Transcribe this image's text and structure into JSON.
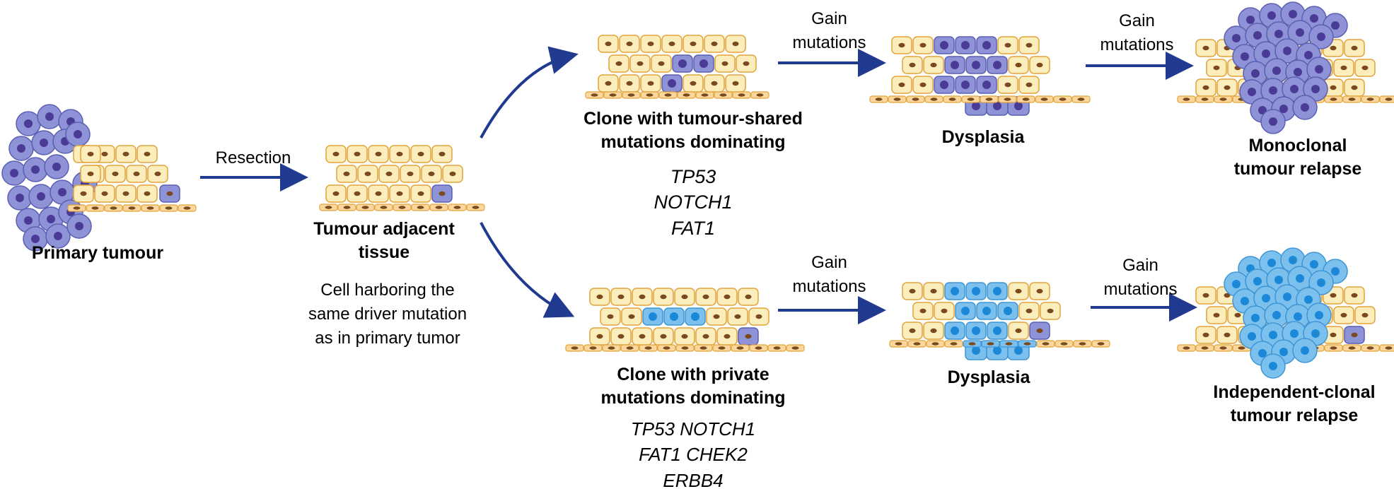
{
  "labels": {
    "primary_tumour": "Primary tumour",
    "resection": "Resection",
    "adjacent_line1": "Tumour adjacent",
    "adjacent_line2": "tissue",
    "cell_note_line1": "Cell harboring the",
    "cell_note_line2": "same driver mutation",
    "cell_note_line3": "as in primary tumor",
    "gain_top_1_line1": "Gain",
    "gain_top_1_line2": "mutations",
    "gain_top_2_line1": "Gain",
    "gain_top_2_line2": "mutations",
    "gain_bot_1_line1": "Gain",
    "gain_bot_1_line2": "mutations",
    "gain_bot_2_line1": "Gain",
    "gain_bot_2_line2": "mutations",
    "shared_clone_line1": "Clone with tumour-shared",
    "shared_clone_line2": "mutations dominating",
    "private_clone_line1": "Clone with private",
    "private_clone_line2": "mutations dominating",
    "dysplasia_top": "Dysplasia",
    "dysplasia_bottom": "Dysplasia",
    "mono_line1": "Monoclonal",
    "mono_line2": "tumour relapse",
    "indep_line1": "Independent-clonal",
    "indep_line2": "tumour relapse"
  },
  "genes": {
    "shared": [
      "TP53",
      "NOTCH1",
      "FAT1"
    ],
    "private": [
      "TP53 NOTCH1",
      "FAT1 CHEK2",
      "ERBB4"
    ]
  },
  "colors": {
    "normal_cell": "#fbeebc",
    "normal_border": "#e2a43a",
    "normal_nucleus": "#7a4a1e",
    "tumour_cell": "#8e92d6",
    "tumour_border": "#5a5fb2",
    "tumour_nucleus": "#4a3c96",
    "private_cell": "#7cc0ee",
    "private_border": "#3f95d4",
    "private_nucleus": "#1b88d8",
    "basal_cell": "#fad79c",
    "arrow": "#1f3a8f"
  }
}
